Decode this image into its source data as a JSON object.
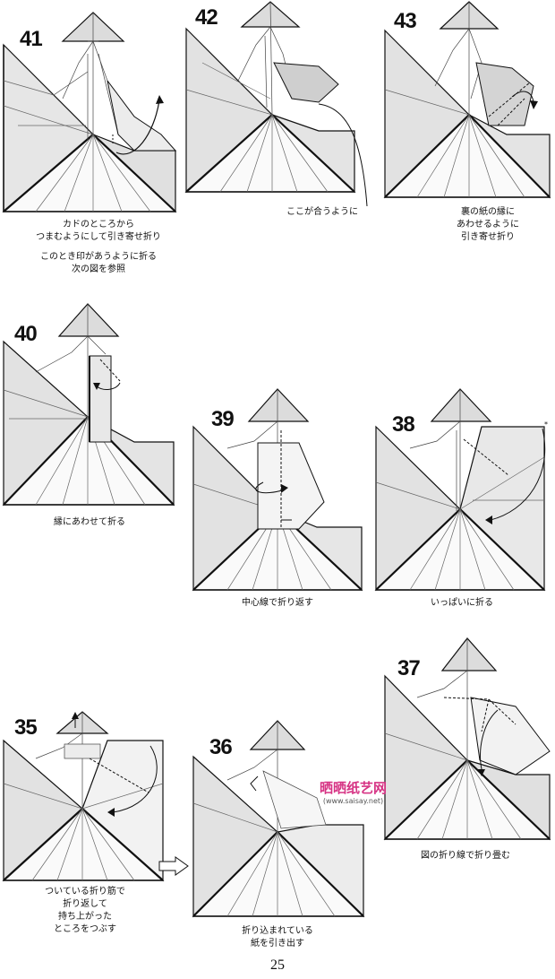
{
  "steps": [
    {
      "id": "41",
      "number": "41",
      "caption_lines": [
        "カドのところから",
        "つまむようにして引き寄せ折り",
        "このとき印があうように折る",
        "次の図を参照"
      ]
    },
    {
      "id": "42",
      "number": "42",
      "caption_lines": [
        "ここが合うように"
      ]
    },
    {
      "id": "43",
      "number": "43",
      "caption_lines": [
        "裏の紙の縁に",
        "あわせるように",
        "引き寄せ折り"
      ]
    },
    {
      "id": "40",
      "number": "40",
      "caption_lines": [
        "縁にあわせて折る"
      ]
    },
    {
      "id": "39",
      "number": "39",
      "caption_lines": [
        "中心線で折り返す"
      ]
    },
    {
      "id": "38",
      "number": "38",
      "caption_lines": [
        "いっぱいに折る"
      ]
    },
    {
      "id": "35",
      "number": "35",
      "caption_lines": [
        "ついている折り筋で",
        "折り返して",
        "持ち上がった",
        "ところをつぶす"
      ]
    },
    {
      "id": "36",
      "number": "36",
      "caption_lines": [
        "折り込まれている",
        "紙を引き出す"
      ]
    },
    {
      "id": "37",
      "number": "37",
      "caption_lines": [
        "図の折り線で折り畳む"
      ]
    }
  ],
  "watermark": {
    "title": "晒晒纸艺网",
    "url": "(www.saisay.net)"
  },
  "page_number": "25"
}
